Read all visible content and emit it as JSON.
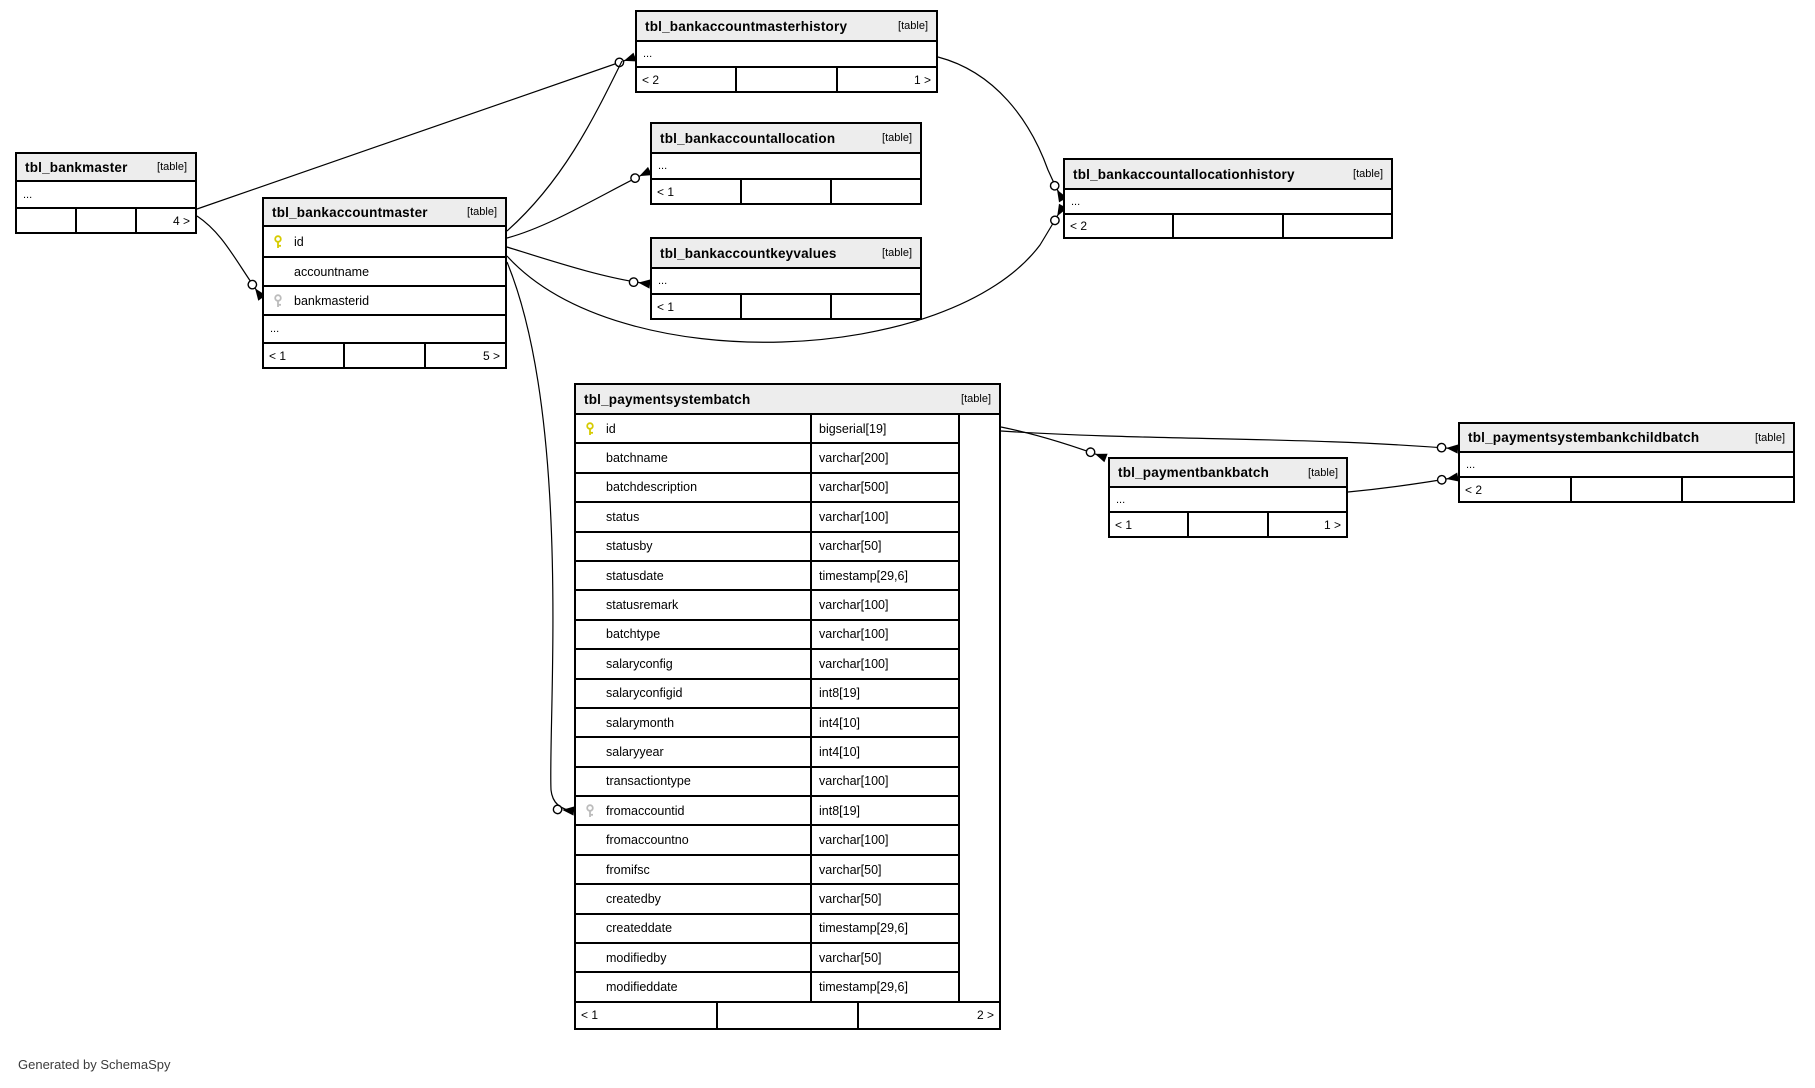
{
  "page": {
    "footer_note": "Generated by SchemaSpy"
  },
  "colors": {
    "background": "#ffffff",
    "table_header_bg": "#ededed",
    "border": "#000000",
    "primary_key": "#e0d400",
    "foreign_key": "#b8b8b8"
  },
  "tables": {
    "bankmaster": {
      "name": "tbl_bankmaster",
      "tag": "[table]",
      "dots": "...",
      "footer": {
        "left": "",
        "mid": "",
        "right": "4 >"
      }
    },
    "bankaccountmaster": {
      "name": "tbl_bankaccountmaster",
      "tag": "[table]",
      "dots": "...",
      "columns": [
        {
          "name": "id",
          "key": "primary"
        },
        {
          "name": "accountname",
          "key": ""
        },
        {
          "name": "bankmasterid",
          "key": "foreign"
        }
      ],
      "footer": {
        "left": "< 1",
        "mid": "",
        "right": "5 >"
      }
    },
    "bankaccountmasterhistory": {
      "name": "tbl_bankaccountmasterhistory",
      "tag": "[table]",
      "dots": "...",
      "footer": {
        "left": "< 2",
        "mid": "",
        "right": "1 >"
      }
    },
    "bankaccountallocation": {
      "name": "tbl_bankaccountallocation",
      "tag": "[table]",
      "dots": "...",
      "footer": {
        "left": "< 1",
        "mid": "",
        "right": ""
      }
    },
    "bankaccountkeyvalues": {
      "name": "tbl_bankaccountkeyvalues",
      "tag": "[table]",
      "dots": "...",
      "footer": {
        "left": "< 1",
        "mid": "",
        "right": ""
      }
    },
    "bankaccountallocationhistory": {
      "name": "tbl_bankaccountallocationhistory",
      "tag": "[table]",
      "dots": "...",
      "footer": {
        "left": "< 2",
        "mid": "",
        "right": ""
      }
    },
    "paymentsystembatch": {
      "name": "tbl_paymentsystembatch",
      "tag": "[table]",
      "columns": [
        {
          "name": "id",
          "type": "bigserial[19]",
          "key": "primary"
        },
        {
          "name": "batchname",
          "type": "varchar[200]",
          "key": ""
        },
        {
          "name": "batchdescription",
          "type": "varchar[500]",
          "key": ""
        },
        {
          "name": "status",
          "type": "varchar[100]",
          "key": ""
        },
        {
          "name": "statusby",
          "type": "varchar[50]",
          "key": ""
        },
        {
          "name": "statusdate",
          "type": "timestamp[29,6]",
          "key": ""
        },
        {
          "name": "statusremark",
          "type": "varchar[100]",
          "key": ""
        },
        {
          "name": "batchtype",
          "type": "varchar[100]",
          "key": ""
        },
        {
          "name": "salaryconfig",
          "type": "varchar[100]",
          "key": ""
        },
        {
          "name": "salaryconfigid",
          "type": "int8[19]",
          "key": ""
        },
        {
          "name": "salarymonth",
          "type": "int4[10]",
          "key": ""
        },
        {
          "name": "salaryyear",
          "type": "int4[10]",
          "key": ""
        },
        {
          "name": "transactiontype",
          "type": "varchar[100]",
          "key": ""
        },
        {
          "name": "fromaccountid",
          "type": "int8[19]",
          "key": "foreign"
        },
        {
          "name": "fromaccountno",
          "type": "varchar[100]",
          "key": ""
        },
        {
          "name": "fromifsc",
          "type": "varchar[50]",
          "key": ""
        },
        {
          "name": "createdby",
          "type": "varchar[50]",
          "key": ""
        },
        {
          "name": "createddate",
          "type": "timestamp[29,6]",
          "key": ""
        },
        {
          "name": "modifiedby",
          "type": "varchar[50]",
          "key": ""
        },
        {
          "name": "modifieddate",
          "type": "timestamp[29,6]",
          "key": ""
        }
      ],
      "footer": {
        "left": "< 1",
        "mid": "",
        "right": "2 >"
      }
    },
    "paymentbankbatch": {
      "name": "tbl_paymentbankbatch",
      "tag": "[table]",
      "dots": "...",
      "footer": {
        "left": "< 1",
        "mid": "",
        "right": "1 >"
      }
    },
    "paymentsystembankchildbatch": {
      "name": "tbl_paymentsystembankchildbatch",
      "tag": "[table]",
      "dots": "...",
      "footer": {
        "left": "< 2",
        "mid": "",
        "right": ""
      }
    }
  },
  "relationships": [
    {
      "parent": "tbl_bankmaster",
      "child": "tbl_bankaccountmaster.bankmasterid"
    },
    {
      "parent": "tbl_bankmaster",
      "child": "tbl_bankaccountmasterhistory"
    },
    {
      "parent": "tbl_bankaccountmaster",
      "child": "tbl_bankaccountmasterhistory"
    },
    {
      "parent": "tbl_bankaccountmaster",
      "child": "tbl_bankaccountallocation"
    },
    {
      "parent": "tbl_bankaccountmaster",
      "child": "tbl_bankaccountkeyvalues"
    },
    {
      "parent": "tbl_bankaccountmaster",
      "child": "tbl_bankaccountallocationhistory"
    },
    {
      "parent": "tbl_bankaccountmasterhistory",
      "child": "tbl_bankaccountallocationhistory"
    },
    {
      "parent": "tbl_bankaccountmaster.id",
      "child": "tbl_paymentsystembatch.fromaccountid"
    },
    {
      "parent": "tbl_paymentsystembatch.id",
      "child": "tbl_paymentbankbatch"
    },
    {
      "parent": "tbl_paymentsystembatch.id",
      "child": "tbl_paymentsystembankchildbatch"
    },
    {
      "parent": "tbl_paymentbankbatch",
      "child": "tbl_paymentsystembankchildbatch"
    }
  ]
}
